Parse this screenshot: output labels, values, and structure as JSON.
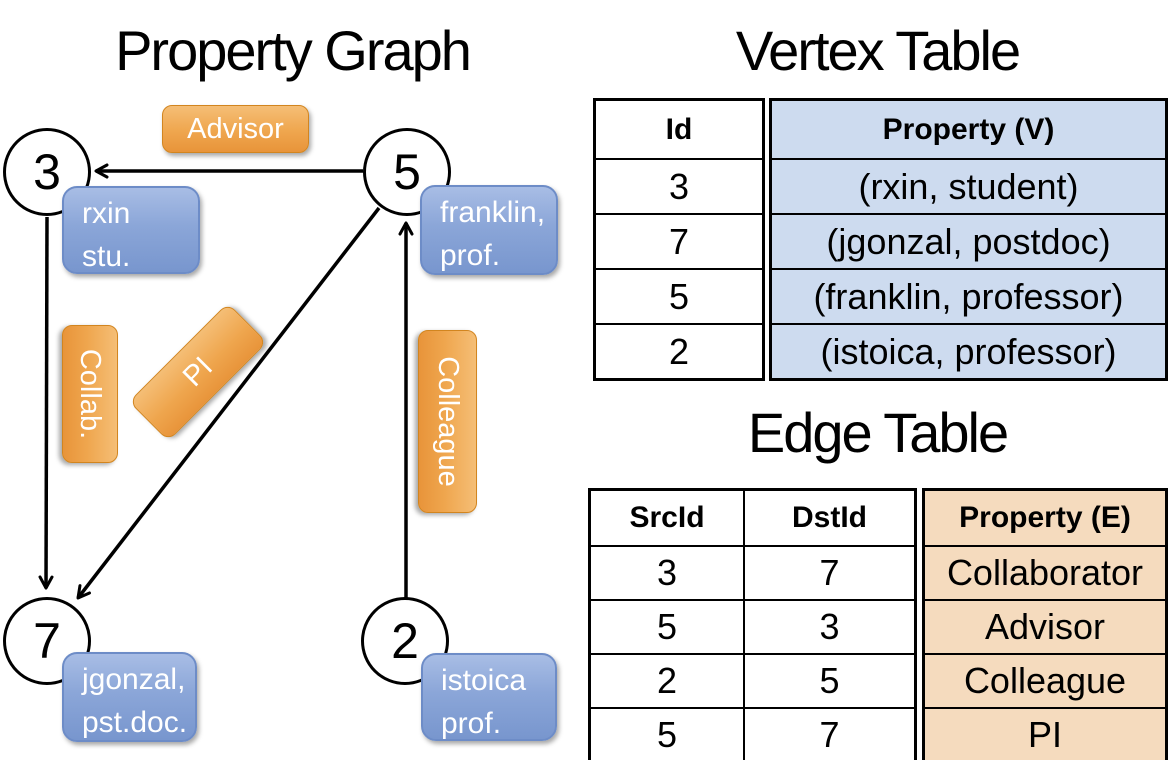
{
  "titles": {
    "graph": "Property Graph",
    "vertex_table": "Vertex Table",
    "edge_table": "Edge Table"
  },
  "graph": {
    "nodes": [
      {
        "id": "3",
        "label_line1": "rxin",
        "label_line2": "stu."
      },
      {
        "id": "5",
        "label_line1": "franklin,",
        "label_line2": "prof."
      },
      {
        "id": "7",
        "label_line1": "jgonzal,",
        "label_line2": "pst.doc."
      },
      {
        "id": "2",
        "label_line1": "istoica",
        "label_line2": "prof."
      }
    ],
    "edge_labels": {
      "advisor": "Advisor",
      "collab": "Collab.",
      "pi": "PI",
      "colleague": "Colleague"
    }
  },
  "vertex_table": {
    "columns": [
      "Id",
      "Property (V)"
    ],
    "rows": [
      [
        "3",
        "(rxin, student)"
      ],
      [
        "7",
        "(jgonzal, postdoc)"
      ],
      [
        "5",
        "(franklin, professor)"
      ],
      [
        "2",
        "(istoica, professor)"
      ]
    ]
  },
  "edge_table": {
    "columns": [
      "SrcId",
      "DstId",
      "Property (E)"
    ],
    "rows": [
      [
        "3",
        "7",
        "Collaborator"
      ],
      [
        "5",
        "3",
        "Advisor"
      ],
      [
        "2",
        "5",
        "Colleague"
      ],
      [
        "5",
        "7",
        "PI"
      ]
    ]
  },
  "colors": {
    "orange_top": "#F5BE76",
    "orange_bottom": "#E8943A",
    "orange_border": "#D2851F",
    "blue_top": "#A8BDE5",
    "blue_bottom": "#7896CE",
    "blue_border": "#6D8CC7",
    "vertex_property_bg": "#CDDBEF",
    "edge_property_bg": "#F5DBBE",
    "line": "#000000"
  }
}
